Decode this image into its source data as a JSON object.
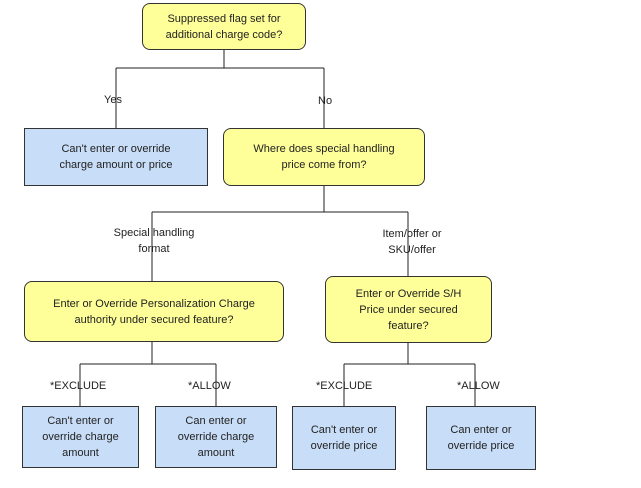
{
  "nodes": {
    "q1": [
      "Suppressed flag set for",
      "additional charge code?"
    ],
    "yes_result": [
      "Can't enter or override",
      "charge amount or price"
    ],
    "q2": [
      "Where does special handling",
      "price come from?"
    ],
    "q3": [
      "Enter or Override Personalization Charge",
      "authority under secured feature?"
    ],
    "q4": [
      "Enter or Override S/H",
      "Price under secured",
      "feature?"
    ],
    "r1": [
      "Can't enter or",
      "override charge",
      "amount"
    ],
    "r2": [
      "Can enter or",
      "override charge",
      "amount"
    ],
    "r3": [
      "Can't enter or",
      "override price"
    ],
    "r4": [
      "Can enter or",
      "override price"
    ]
  },
  "edge_labels": {
    "yes": "Yes",
    "no": "No",
    "special_format": [
      "Special handling",
      "format"
    ],
    "item_offer": [
      "Item/offer or",
      "SKU/offer"
    ],
    "exclude_1": "*EXCLUDE",
    "allow_1": "*ALLOW",
    "exclude_2": "*EXCLUDE",
    "allow_2": "*ALLOW"
  },
  "colors": {
    "decision_fill": "#ffff99",
    "result_fill": "#c8ddf7",
    "line": "#222222"
  }
}
